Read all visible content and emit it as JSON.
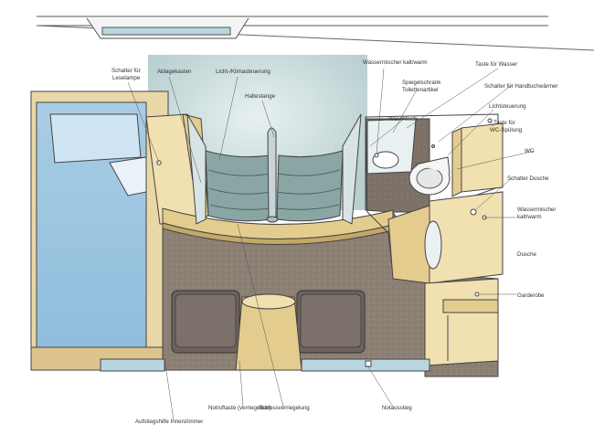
{
  "diagram": {
    "labels": {
      "schalter_leselampe": [
        "Schalter für",
        "Leselampe"
      ],
      "ablagekasten": "Ablagekasten",
      "licht_klima": "Licht-/Klimasteuerung",
      "haltestange": "Haltestange",
      "wassermischer_waschbecken": "Wassermischer kalt/warm",
      "taste_wasser": "Taste für Wasser",
      "spiegelschrank": [
        "Spiegelschrank",
        "Toilettenartikel"
      ],
      "schalter_handtuch": "Schalter für Handtuchwärmer",
      "lichtsteuerung": "Lichtsteuerung",
      "taste_wc": [
        "Taste für",
        "WC-Spülung"
      ],
      "waschtisch": "Waschtisch",
      "wc": "WC",
      "schalter_dusche": "Schalter Dusche",
      "wassermischer_dusche": [
        "Wassermischer",
        "kalt/warm"
      ],
      "dusche": "Dusche",
      "garderobe": "Garderobe",
      "aufstiegshilfe": "Aufstiegshilfe Innenzimmer",
      "notruf": "Notruftaste (verriegelbar)",
      "schlossverriegelung": "Schlossverriegelung",
      "notausstieg": "Notausstieg"
    }
  }
}
